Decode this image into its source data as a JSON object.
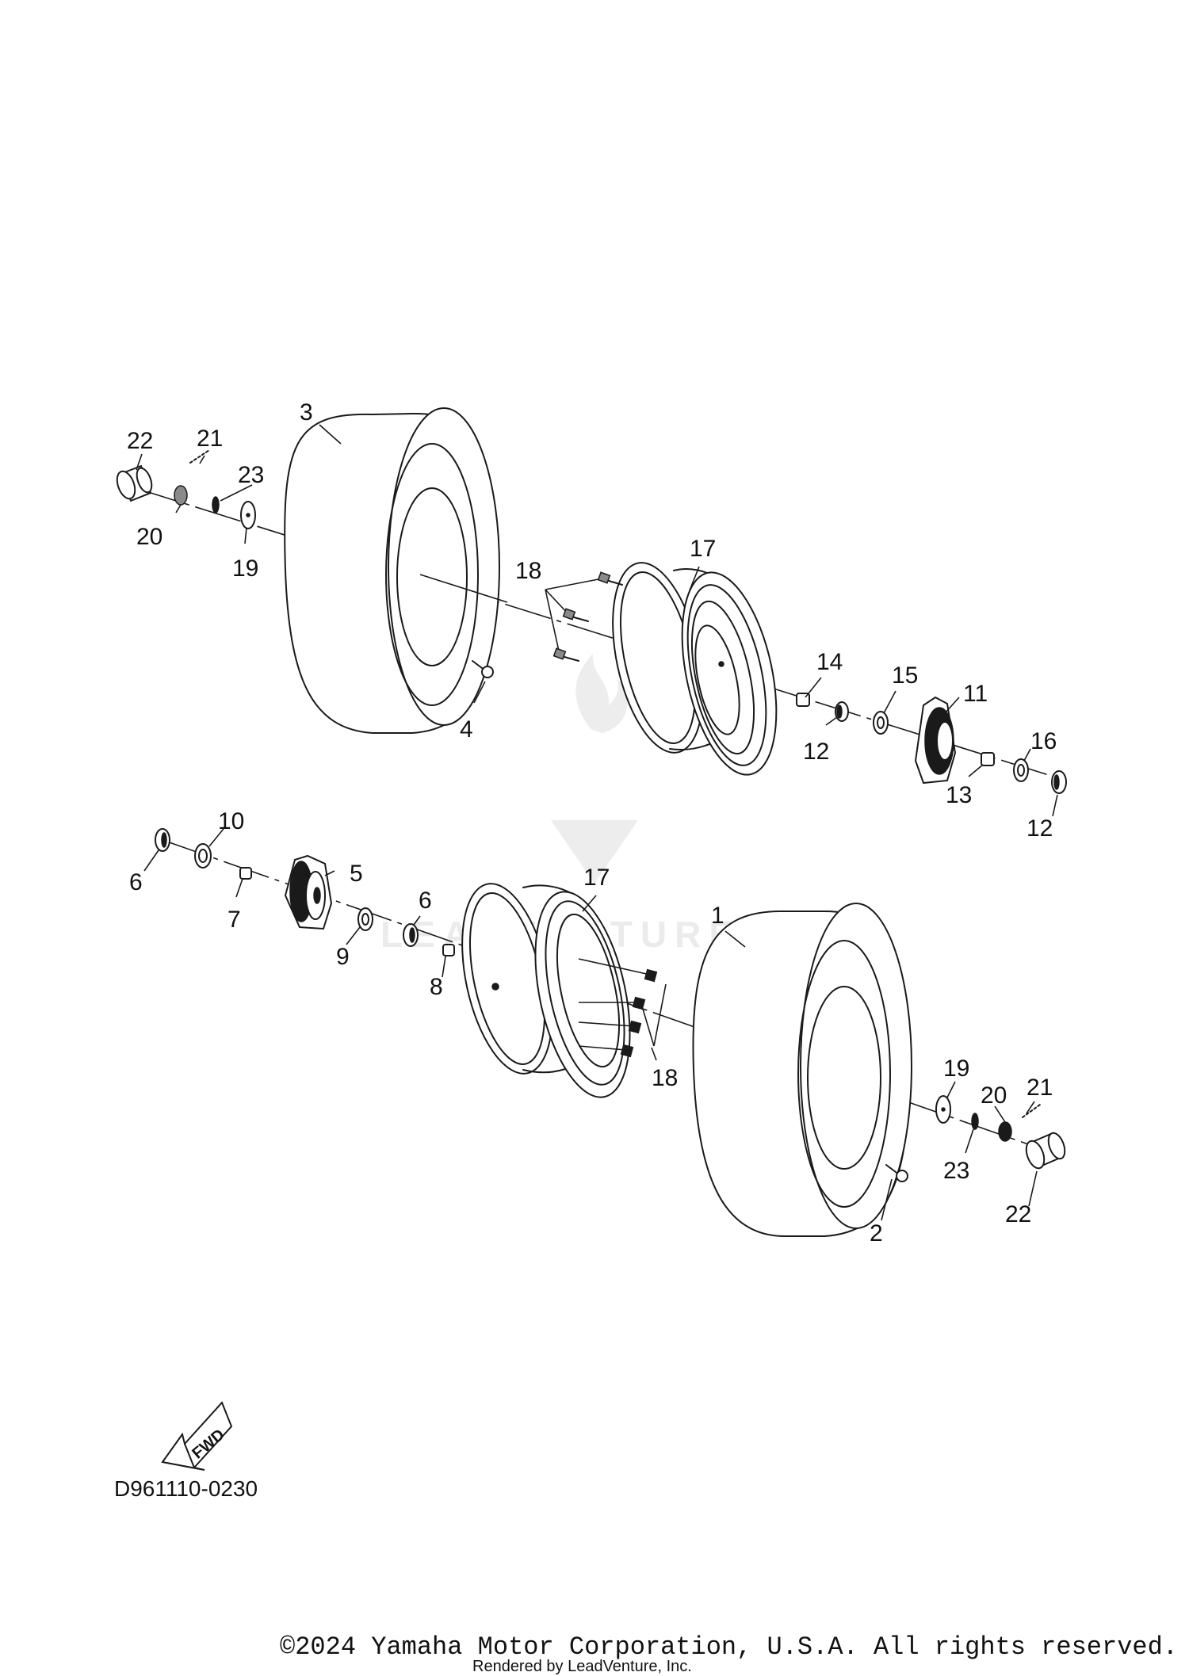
{
  "diagram_code": "D961110-0230",
  "fwd_label": "FWD",
  "watermark": "LEADVENTURE",
  "copyright": "©2024 Yamaha Motor Corporation, U.S.A. All rights reserved.",
  "rendered_by": "Rendered by LeadVenture, Inc.",
  "callouts": {
    "rear_tire": "3",
    "rear_valve": "4",
    "rear_wheel": "17",
    "rear_bolts": "18",
    "rear_cap": "22",
    "rear_pin": "21",
    "rear_nut": "20",
    "rear_plate_washer": "19",
    "rear_washer": "23",
    "spacer_14": "14",
    "seal_12_a": "12",
    "bearing_15": "15",
    "rear_hub": "11",
    "collar_13": "13",
    "bearing_16": "16",
    "seal_12_b": "12",
    "seal_6_a": "6",
    "bearing_10": "10",
    "collar_7": "7",
    "front_hub": "5",
    "seal_6_b": "6",
    "bearing_9": "9",
    "spacer_8": "8",
    "front_wheel": "17",
    "front_tire": "1",
    "front_bolts": "18",
    "front_plate_washer": "19",
    "front_pin": "21",
    "front_nut": "20",
    "front_washer": "23",
    "front_cap": "22",
    "front_valve": "2"
  }
}
